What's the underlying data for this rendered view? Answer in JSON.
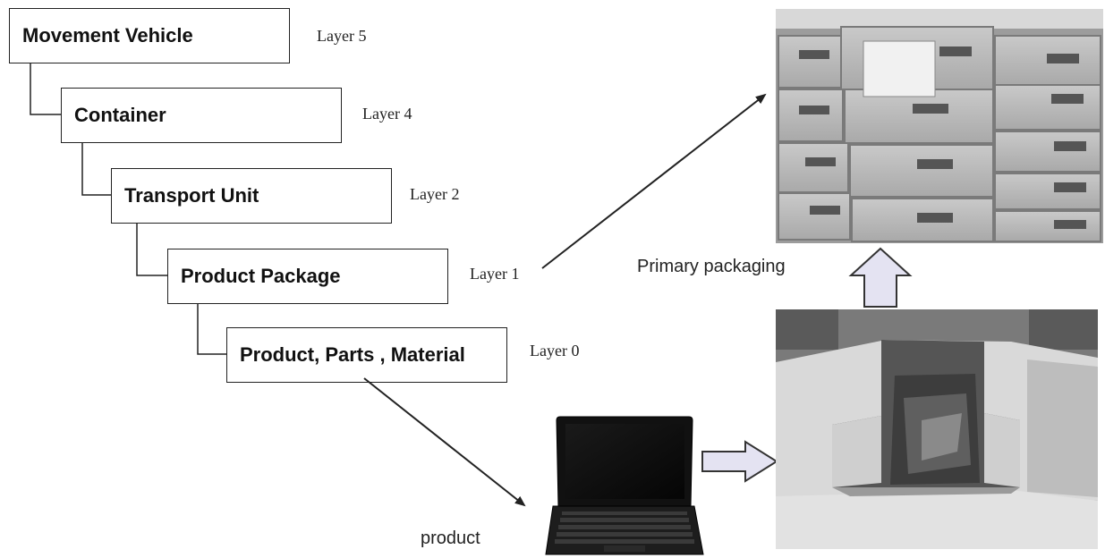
{
  "hierarchy": [
    {
      "label": "Movement Vehicle",
      "layer": "Layer 5"
    },
    {
      "label": "Container",
      "layer": "Layer 4"
    },
    {
      "label": "Transport Unit",
      "layer": "Layer 2"
    },
    {
      "label": "Product Package",
      "layer": "Layer 1"
    },
    {
      "label": "Product, Parts , Material",
      "layer": "Layer 0"
    }
  ],
  "captions": {
    "primary_packaging": "Primary packaging",
    "product": "product"
  },
  "colors": {
    "block_arrow_fill": "#e4e3f2",
    "block_arrow_stroke": "#333333",
    "line": "#222222"
  }
}
